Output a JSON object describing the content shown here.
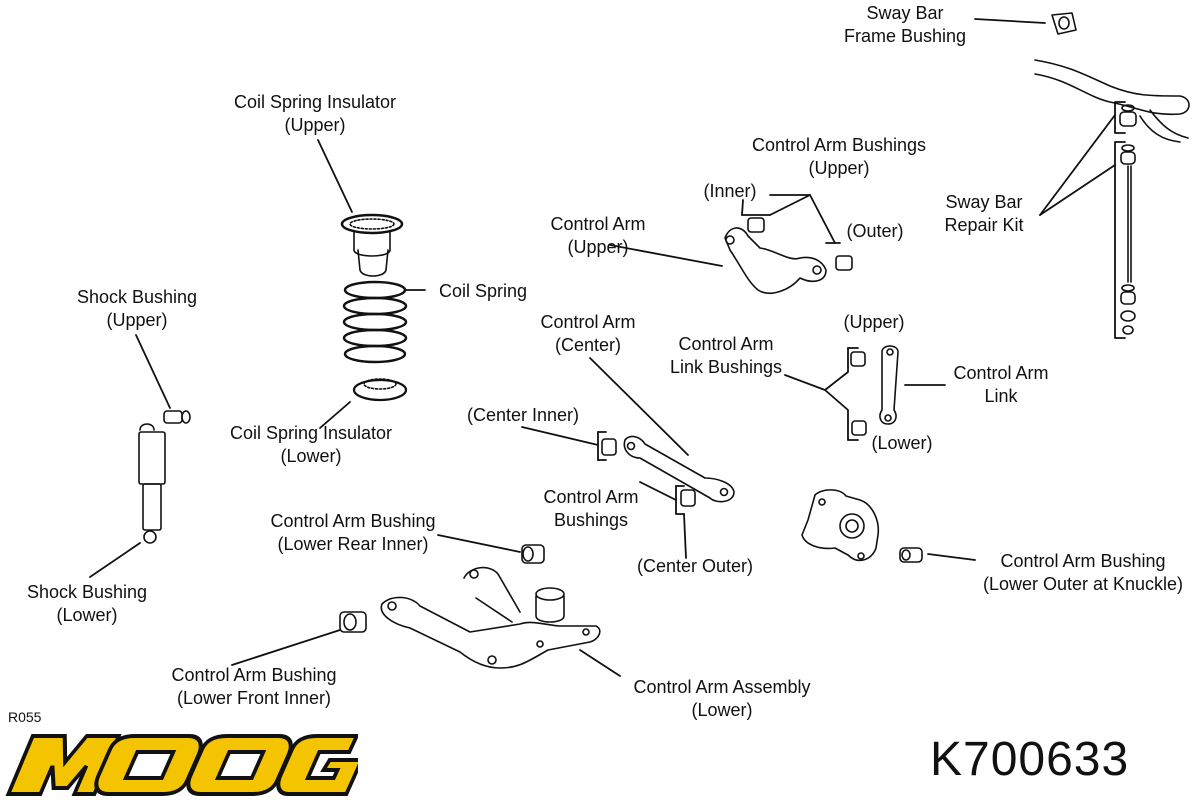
{
  "diagram": {
    "ref_code": "R055",
    "part_number": "K700633",
    "labels": {
      "sway_bar_frame_bushing": [
        "Sway Bar",
        "Frame Bushing"
      ],
      "coil_spring_insulator_upper": [
        "Coil Spring Insulator",
        "(Upper)"
      ],
      "control_arm_bushings_upper": [
        "Control Arm Bushings",
        "(Upper)"
      ],
      "inner": "(Inner)",
      "control_arm_upper": [
        "Control Arm",
        "(Upper)"
      ],
      "outer": "(Outer)",
      "sway_bar_repair_kit": [
        "Sway Bar",
        "Repair Kit"
      ],
      "coil_spring": "Coil Spring",
      "shock_bushing_upper": [
        "Shock Bushing",
        "(Upper)"
      ],
      "control_arm_center": [
        "Control Arm",
        "(Center)"
      ],
      "link_upper": "(Upper)",
      "control_arm_link_bushings": [
        "Control Arm",
        "Link Bushings"
      ],
      "control_arm_link": [
        "Control Arm",
        "Link"
      ],
      "coil_spring_insulator_lower": [
        "Coil Spring Insulator",
        "(Lower)"
      ],
      "center_inner": "(Center Inner)",
      "link_lower": "(Lower)",
      "control_arm_bushings_center": [
        "Control Arm",
        "Bushings"
      ],
      "control_arm_bushing_lower_rear_inner": [
        "Control Arm Bushing",
        "(Lower Rear Inner)"
      ],
      "center_outer": "(Center Outer)",
      "control_arm_bushing_lower_outer_knuckle": [
        "Control Arm Bushing",
        "(Lower Outer at Knuckle)"
      ],
      "shock_bushing_lower": [
        "Shock Bushing",
        "(Lower)"
      ],
      "control_arm_assembly_lower": [
        "Control Arm Assembly",
        "(Lower)"
      ],
      "control_arm_bushing_lower_front_inner": [
        "Control Arm Bushing",
        "(Lower Front Inner)"
      ]
    },
    "brand": {
      "name": "MOOG",
      "color_primary": "#f5c400",
      "color_outline": "#111111"
    }
  }
}
